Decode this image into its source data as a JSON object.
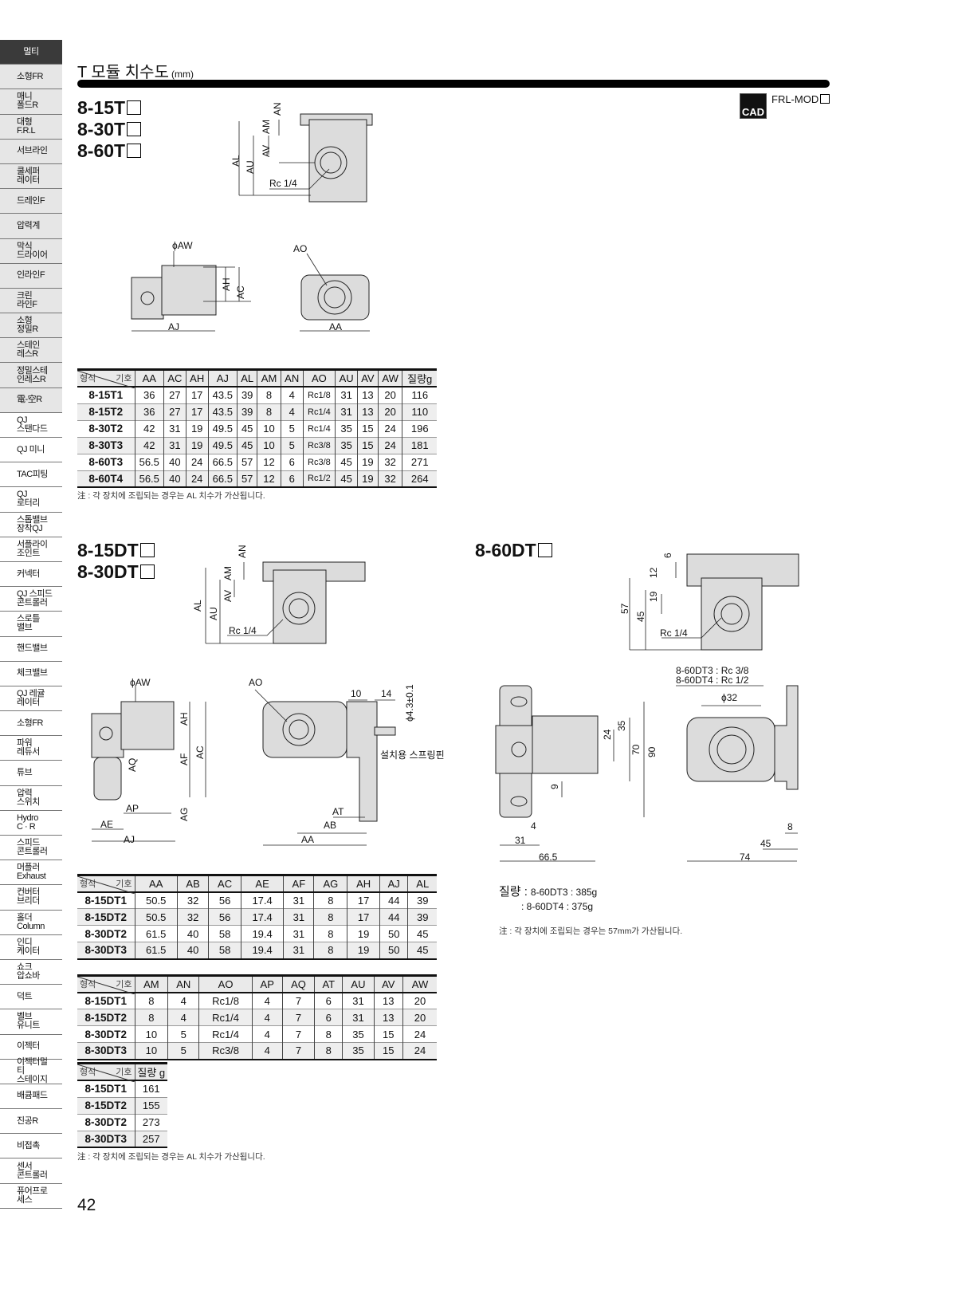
{
  "sidebar": {
    "items": [
      "멀티",
      "소형FR",
      "매니\n폴드R",
      "대형\nF.R.L",
      "서브라인",
      "쿨세퍼\n레이터",
      "드레인F",
      "압력계",
      "막식\n드라이어",
      "인라인F",
      "크린\n라인F",
      "소형\n정밀R",
      "스테인\n레스R",
      "정밀스테\n인레스R",
      "電-空R",
      "QJ\n스탠다드",
      "QJ 미니",
      "TAC피팅",
      "QJ\n로터리",
      "스톱밸브\n장착QJ",
      "서플라이\n조인트",
      "커넥터",
      "QJ 스피드\n콘트롤러",
      "스로틀\n밸브",
      "핸드밸브",
      "체크밸브",
      "QJ 레귤\n레이터",
      "소형FR",
      "파워\n레듀서",
      "튜브",
      "압력\n스위치",
      "Hydro\nC · R",
      "스피드\n콘트롤러",
      "머플러\nExhaust",
      "컨버터\n브리더",
      "홀더\nColumn",
      "인디\n케이터",
      "쇼크\n압쇼바",
      "덕트",
      "벨브\n유니트",
      "이젝터",
      "이젝터멀티\n스테이지",
      "배큠패드",
      "진공R",
      "비접촉",
      "센서\n콘트롤러",
      "퓨어프로\n세스"
    ]
  },
  "header": {
    "title": "T 모듈 치수도",
    "unit": "(mm)",
    "cad_label": "CAD",
    "frl": "FRL-MOD"
  },
  "t_section": {
    "models": [
      "8-15T",
      "8-30T",
      "8-60T"
    ],
    "note": "注 : 각 장치에 조립되는 경우는 AL 치수가 가산됩니다.",
    "table": {
      "corner_left": "형식",
      "corner_right": "기호",
      "columns": [
        "AA",
        "AC",
        "AH",
        "AJ",
        "AL",
        "AM",
        "AN",
        "AO",
        "AU",
        "AV",
        "AW",
        "질량g"
      ],
      "rows": [
        [
          "8-15T1",
          "36",
          "27",
          "17",
          "43.5",
          "39",
          "8",
          "4",
          "Rc1/8",
          "31",
          "13",
          "20",
          "116"
        ],
        [
          "8-15T2",
          "36",
          "27",
          "17",
          "43.5",
          "39",
          "8",
          "4",
          "Rc1/4",
          "31",
          "13",
          "20",
          "110"
        ],
        [
          "8-30T2",
          "42",
          "31",
          "19",
          "49.5",
          "45",
          "10",
          "5",
          "Rc1/4",
          "35",
          "15",
          "24",
          "196"
        ],
        [
          "8-30T3",
          "42",
          "31",
          "19",
          "49.5",
          "45",
          "10",
          "5",
          "Rc3/8",
          "35",
          "15",
          "24",
          "181"
        ],
        [
          "8-60T3",
          "56.5",
          "40",
          "24",
          "66.5",
          "57",
          "12",
          "6",
          "Rc3/8",
          "45",
          "19",
          "32",
          "271"
        ],
        [
          "8-60T4",
          "56.5",
          "40",
          "24",
          "66.5",
          "57",
          "12",
          "6",
          "Rc1/2",
          "45",
          "19",
          "32",
          "264"
        ]
      ]
    }
  },
  "dt_section": {
    "models": [
      "8-15DT",
      "8-30DT"
    ],
    "note": "注 : 각 장치에 조립되는 경우는 AL 치수가 가산됩니다.",
    "table1": {
      "corner_left": "형식",
      "corner_right": "기호",
      "columns": [
        "AA",
        "AB",
        "AC",
        "AE",
        "AF",
        "AG",
        "AH",
        "AJ",
        "AL"
      ],
      "rows": [
        [
          "8-15DT1",
          "50.5",
          "32",
          "56",
          "17.4",
          "31",
          "8",
          "17",
          "44",
          "39"
        ],
        [
          "8-15DT2",
          "50.5",
          "32",
          "56",
          "17.4",
          "31",
          "8",
          "17",
          "44",
          "39"
        ],
        [
          "8-30DT2",
          "61.5",
          "40",
          "58",
          "19.4",
          "31",
          "8",
          "19",
          "50",
          "45"
        ],
        [
          "8-30DT3",
          "61.5",
          "40",
          "58",
          "19.4",
          "31",
          "8",
          "19",
          "50",
          "45"
        ]
      ]
    },
    "table2": {
      "corner_left": "형식",
      "corner_right": "기호",
      "columns": [
        "AM",
        "AN",
        "AO",
        "AP",
        "AQ",
        "AT",
        "AU",
        "AV",
        "AW"
      ],
      "rows": [
        [
          "8-15DT1",
          "8",
          "4",
          "Rc1/8",
          "4",
          "7",
          "6",
          "31",
          "13",
          "20"
        ],
        [
          "8-15DT2",
          "8",
          "4",
          "Rc1/4",
          "4",
          "7",
          "6",
          "31",
          "13",
          "20"
        ],
        [
          "8-30DT2",
          "10",
          "5",
          "Rc1/4",
          "4",
          "7",
          "8",
          "35",
          "15",
          "24"
        ],
        [
          "8-30DT3",
          "10",
          "5",
          "Rc3/8",
          "4",
          "7",
          "8",
          "35",
          "15",
          "24"
        ]
      ]
    },
    "table3": {
      "corner_left": "형식",
      "corner_right": "기호",
      "columns": [
        "질량 g"
      ],
      "rows": [
        [
          "8-15DT1",
          "161"
        ],
        [
          "8-15DT2",
          "155"
        ],
        [
          "8-30DT2",
          "273"
        ],
        [
          "8-30DT3",
          "257"
        ]
      ]
    }
  },
  "dt60_section": {
    "model": "8-60DT",
    "mass_label": "질량 :",
    "mass": [
      "8-60DT3 : 385g",
      ": 8-60DT4 : 375g"
    ],
    "note": "注 : 각 장치에 조립되는 경우는 57mm가 가산됩니다."
  },
  "drawings": {
    "t_side": [
      "AN",
      "AM",
      "AV",
      "AL",
      "AU",
      "Rc 1/4"
    ],
    "t_top": [
      "ϕAW",
      "AH",
      "AC",
      "AJ"
    ],
    "t_front": [
      "AO",
      "AA"
    ],
    "dt_side": [
      "AN",
      "AM",
      "AV",
      "AL",
      "AU",
      "Rc 1/4"
    ],
    "dt_top": [
      "ϕAW",
      "AH",
      "AC",
      "AF",
      "AQ",
      "AG",
      "AP",
      "AE",
      "AJ"
    ],
    "dt_front": [
      "AO",
      "10",
      "14",
      "ϕ4.3±0.1",
      "설치용 스프링핀",
      "AT",
      "AB",
      "AA"
    ],
    "dt60_side": [
      "6",
      "12",
      "19",
      "57",
      "45",
      "Rc 1/4"
    ],
    "dt60_top": [
      "24",
      "35",
      "70",
      "90",
      "9",
      "4",
      "31",
      "66.5"
    ],
    "dt60_front": [
      "8-60DT3 : Rc 3/8",
      "8-60DT4 : Rc 1/2",
      "ϕ32",
      "8",
      "45",
      "74"
    ]
  },
  "page_number": "42"
}
